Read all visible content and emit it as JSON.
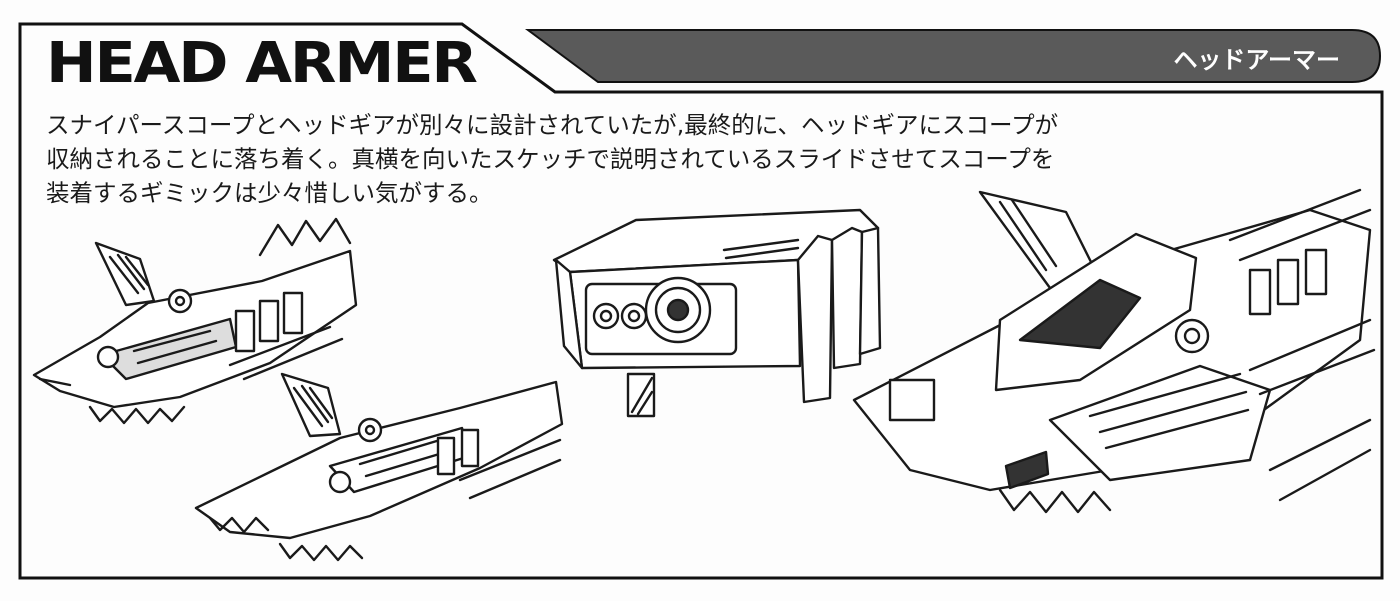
{
  "header": {
    "title": "HEAD ARMER",
    "banner_label": "ヘッドアーマー"
  },
  "description": {
    "lines": [
      "スナイパースコープとヘッドギアが別々に設計されていたが,最終的に、ヘッドギアにスコープが",
      "収納されることに落ち着く。真横を向いたスケッチで説明されているスライドさせてスコープを",
      "装着するギミックは少々惜しい気がする。"
    ]
  },
  "colors": {
    "ink": "#111111",
    "banner": "#5a5a5a",
    "paper": "#fdfdfd"
  }
}
